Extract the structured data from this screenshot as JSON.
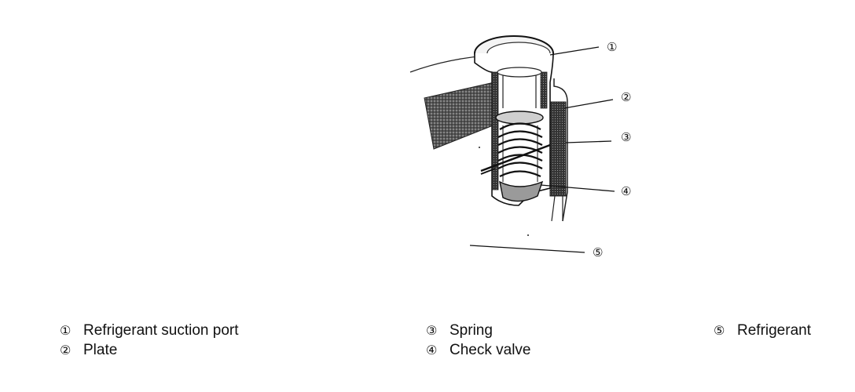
{
  "diagram": {
    "callouts": [
      "①",
      "②",
      "③",
      "④",
      "⑤"
    ]
  },
  "legend": [
    {
      "num": "①",
      "label": "Refrigerant suction port"
    },
    {
      "num": "②",
      "label": "Plate"
    },
    {
      "num": "③",
      "label": "Spring"
    },
    {
      "num": "④",
      "label": "Check valve"
    },
    {
      "num": "⑤",
      "label": "Refrigerant"
    }
  ]
}
